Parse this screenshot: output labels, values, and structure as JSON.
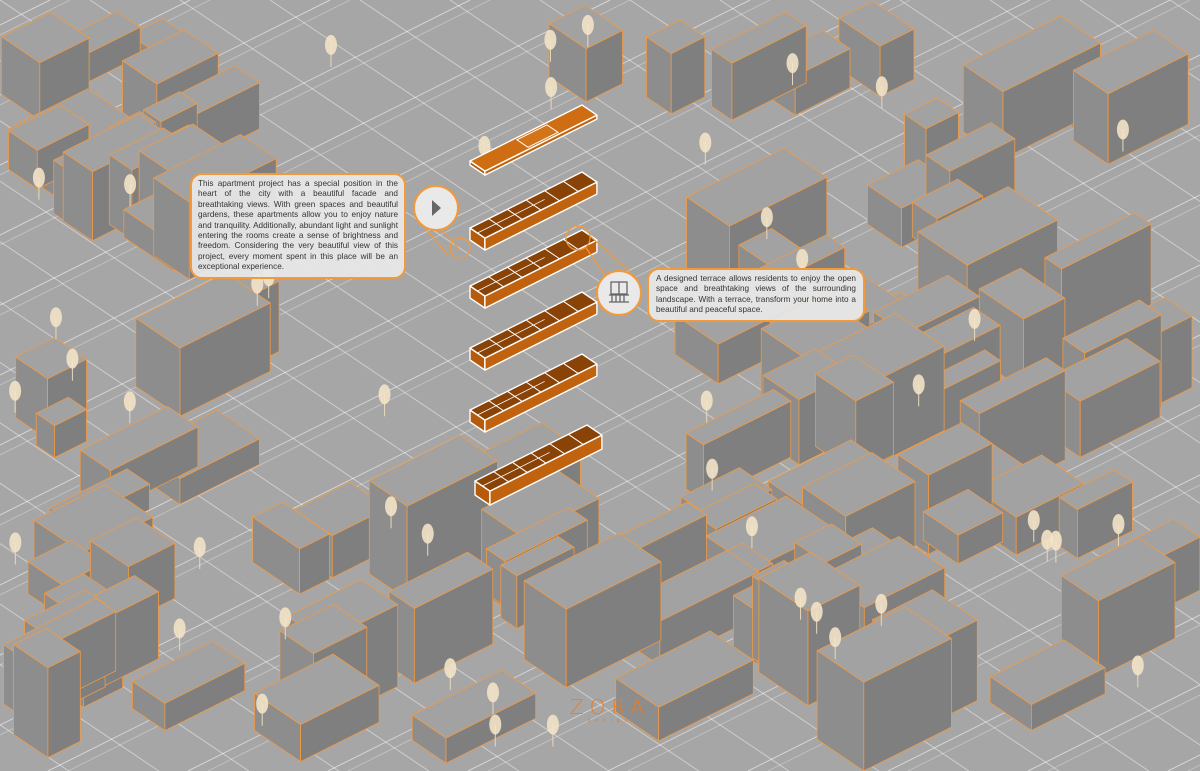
{
  "callouts": {
    "main": "This apartment project has a special position in the heart of the city with a beautiful facade and breathtaking views. With green spaces and beautiful gardens, these apartments allow you to enjoy nature and tranquility. Additionally, abundant light and sunlight entering the rooms create a sense of brightness and freedom. Considering the very beautiful view of this project, every moment spent in this place will be an exceptional experience.",
    "terrace": "A designed terrace allows residents to enjoy the open space and breathtaking views of the surrounding landscape. With a terrace, transform your home into a beautiful and peaceful space."
  },
  "icons": {
    "main_bubble": "chevron-right-icon",
    "terrace_bubble": "balcony-icon"
  },
  "logo": {
    "name": "ZORA",
    "subtitle": "design"
  },
  "colors": {
    "background": "#a6a6a6",
    "accent": "#f29a3a",
    "floor": "#c0620e",
    "tree": "#f3e3c8"
  }
}
